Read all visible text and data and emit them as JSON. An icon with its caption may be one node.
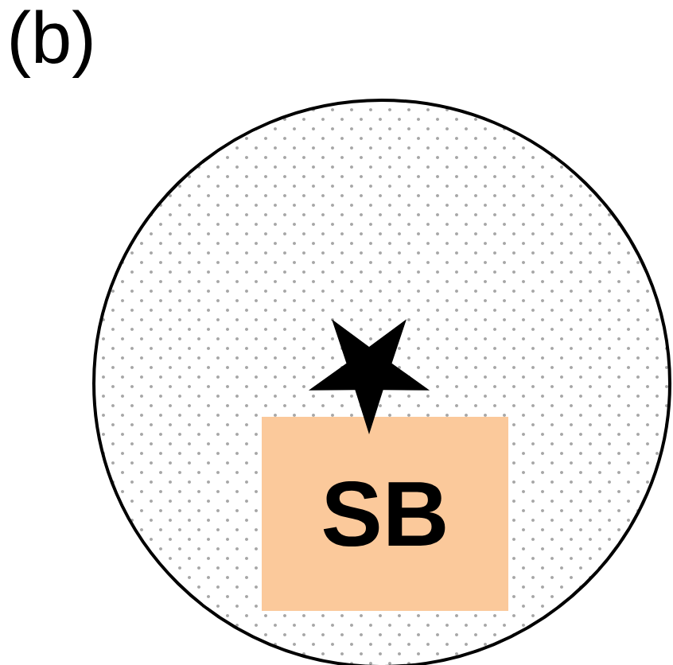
{
  "diagram": {
    "nodes": [
      {
        "text": [],
        "shape": "circle"
      },
      {
        "text": [
          "SB"
        ],
        "in": 0
      }
    ],
    "labels": [
      "(b)"
    ]
  }
}
